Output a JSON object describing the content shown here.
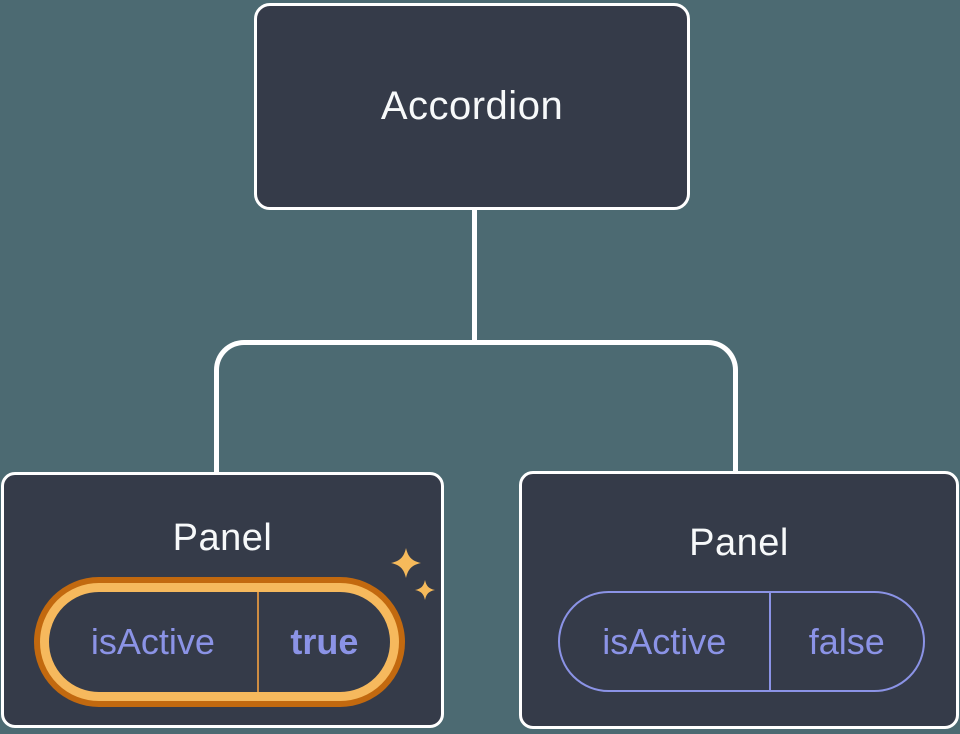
{
  "diagram": {
    "title": "component-state-tree",
    "root": {
      "label": "Accordion"
    },
    "panels": [
      {
        "label": "Panel",
        "prop": {
          "name": "isActive",
          "value": "true"
        },
        "highlighted": true,
        "sparkles": true
      },
      {
        "label": "Panel",
        "prop": {
          "name": "isActive",
          "value": "false"
        },
        "highlighted": false,
        "sparkles": false
      }
    ]
  },
  "colors": {
    "background": "#4C6A72",
    "node-fill": "#353B49",
    "node-border": "#FFFFFF",
    "connector": "#FFFFFF",
    "text-primary": "#F7F9FA",
    "prop-purple": "#8B93E6",
    "highlight-amber": "#F6B95D",
    "highlight-orange": "#C2690F",
    "divider-orange": "#CE8C42",
    "sparkle": "#F6BA5B"
  }
}
